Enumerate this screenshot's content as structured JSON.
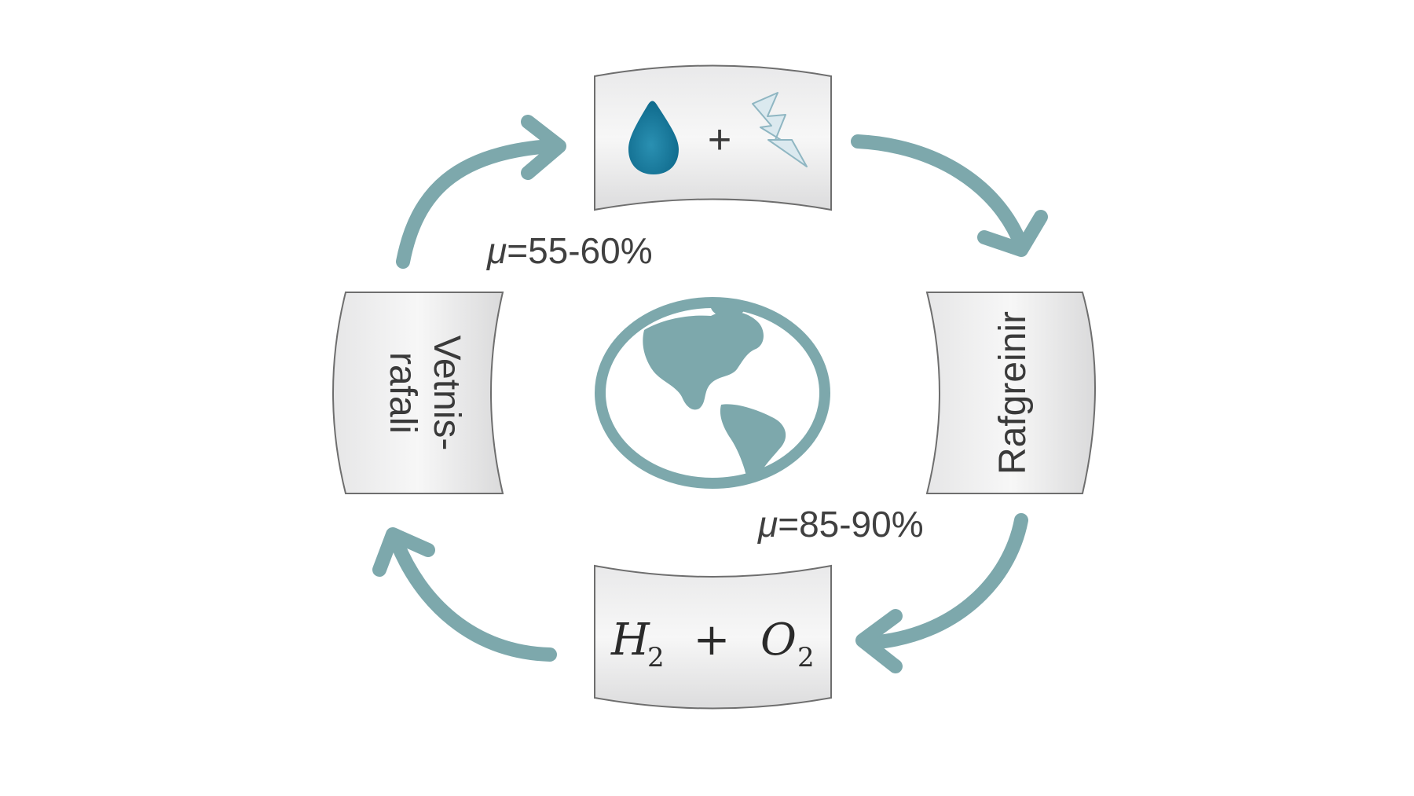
{
  "diagram": {
    "top_box": {
      "plus": "+",
      "icons": [
        "water-drop-icon",
        "lightning-bolt-icon"
      ]
    },
    "right_box": {
      "label": "Rafgreinir"
    },
    "left_box": {
      "line1": "Vetnis-",
      "line2": "rafali"
    },
    "bottom_box": {
      "h": "H",
      "h_sub": "2",
      "plus": "+",
      "o": "O",
      "o_sub": "2"
    },
    "efficiency_left": {
      "mu": "μ",
      "text": "=55-60%"
    },
    "efficiency_right": {
      "mu": "μ",
      "text": "=85-90%"
    },
    "center_icon": "globe-icon"
  },
  "colors": {
    "arrow": "#7da8ac",
    "globe": "#7da8ac",
    "water_drop": "#1f7fa0",
    "lightning": "#d9e8ee"
  }
}
